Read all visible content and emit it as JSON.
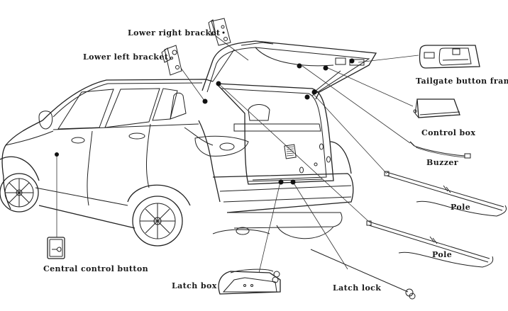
{
  "diagram": {
    "title": "Power tailgate kit installation diagram",
    "labels": {
      "lower_right_bracket": "Lower right bracket",
      "lower_left_bracket": "Lower left bracket",
      "tailgate_button_frame": "Tailgate button frame",
      "control_box": "Control box",
      "buzzer": "Buzzer",
      "pole_1": "Pole",
      "pole_2": "Pole",
      "central_control_button": "Central control button",
      "latch_box": "Latch box",
      "latch_lock": "Latch lock"
    },
    "line_color": "#222222",
    "background": "#ffffff"
  }
}
